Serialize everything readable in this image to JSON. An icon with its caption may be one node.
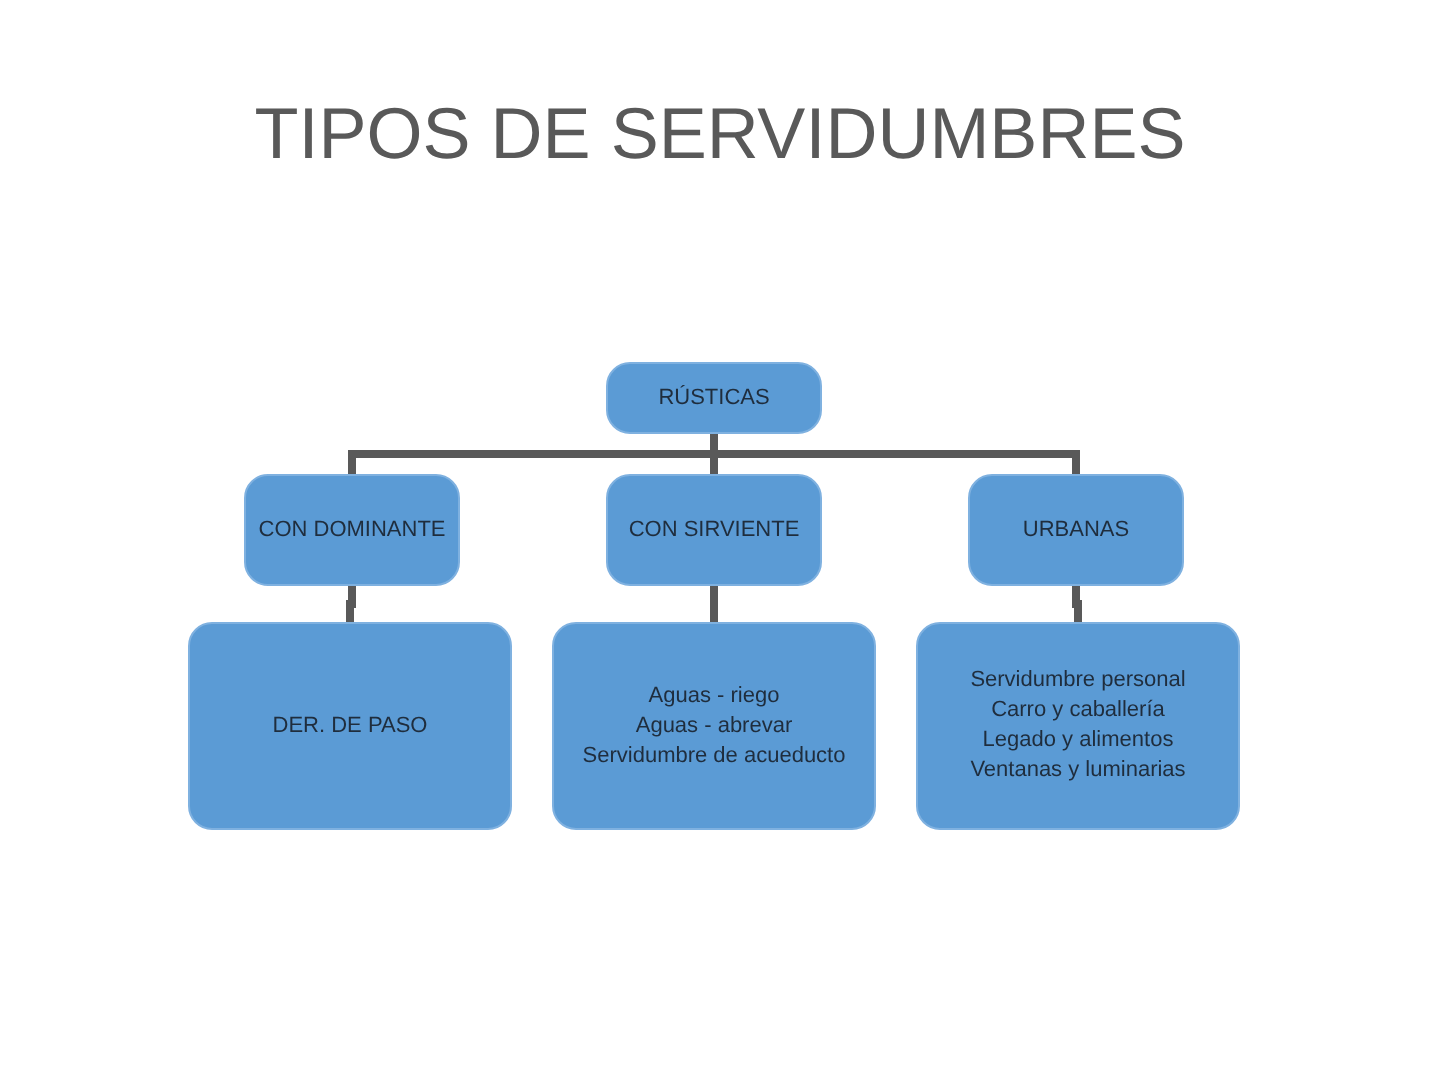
{
  "diagram": {
    "title": "TIPOS DE SERVIDUMBRES",
    "nodes": [
      {
        "text": [
          "RÚSTICAS"
        ]
      },
      {
        "text": [
          "CON DOMINANTE"
        ]
      },
      {
        "text": [
          "CON SIRVIENTE"
        ]
      },
      {
        "text": [
          "URBANAS"
        ]
      },
      {
        "text": [
          "DER. DE PASO"
        ]
      },
      {
        "text": [
          "Aguas - riego",
          "Aguas - abrevar",
          "Servidumbre de acueducto"
        ]
      },
      {
        "text": [
          "Servidumbre personal",
          "Carro y caballería",
          "Legado y alimentos",
          "Ventanas y luminarias"
        ]
      }
    ],
    "edges": [
      {
        "from": 0,
        "to": 1,
        "arrow": "none"
      },
      {
        "from": 0,
        "to": 2,
        "arrow": "none"
      },
      {
        "from": 0,
        "to": 3,
        "arrow": "none"
      },
      {
        "from": 1,
        "to": 4,
        "arrow": "none"
      },
      {
        "from": 2,
        "to": 5,
        "arrow": "none"
      },
      {
        "from": 3,
        "to": 6,
        "arrow": "none"
      }
    ]
  }
}
